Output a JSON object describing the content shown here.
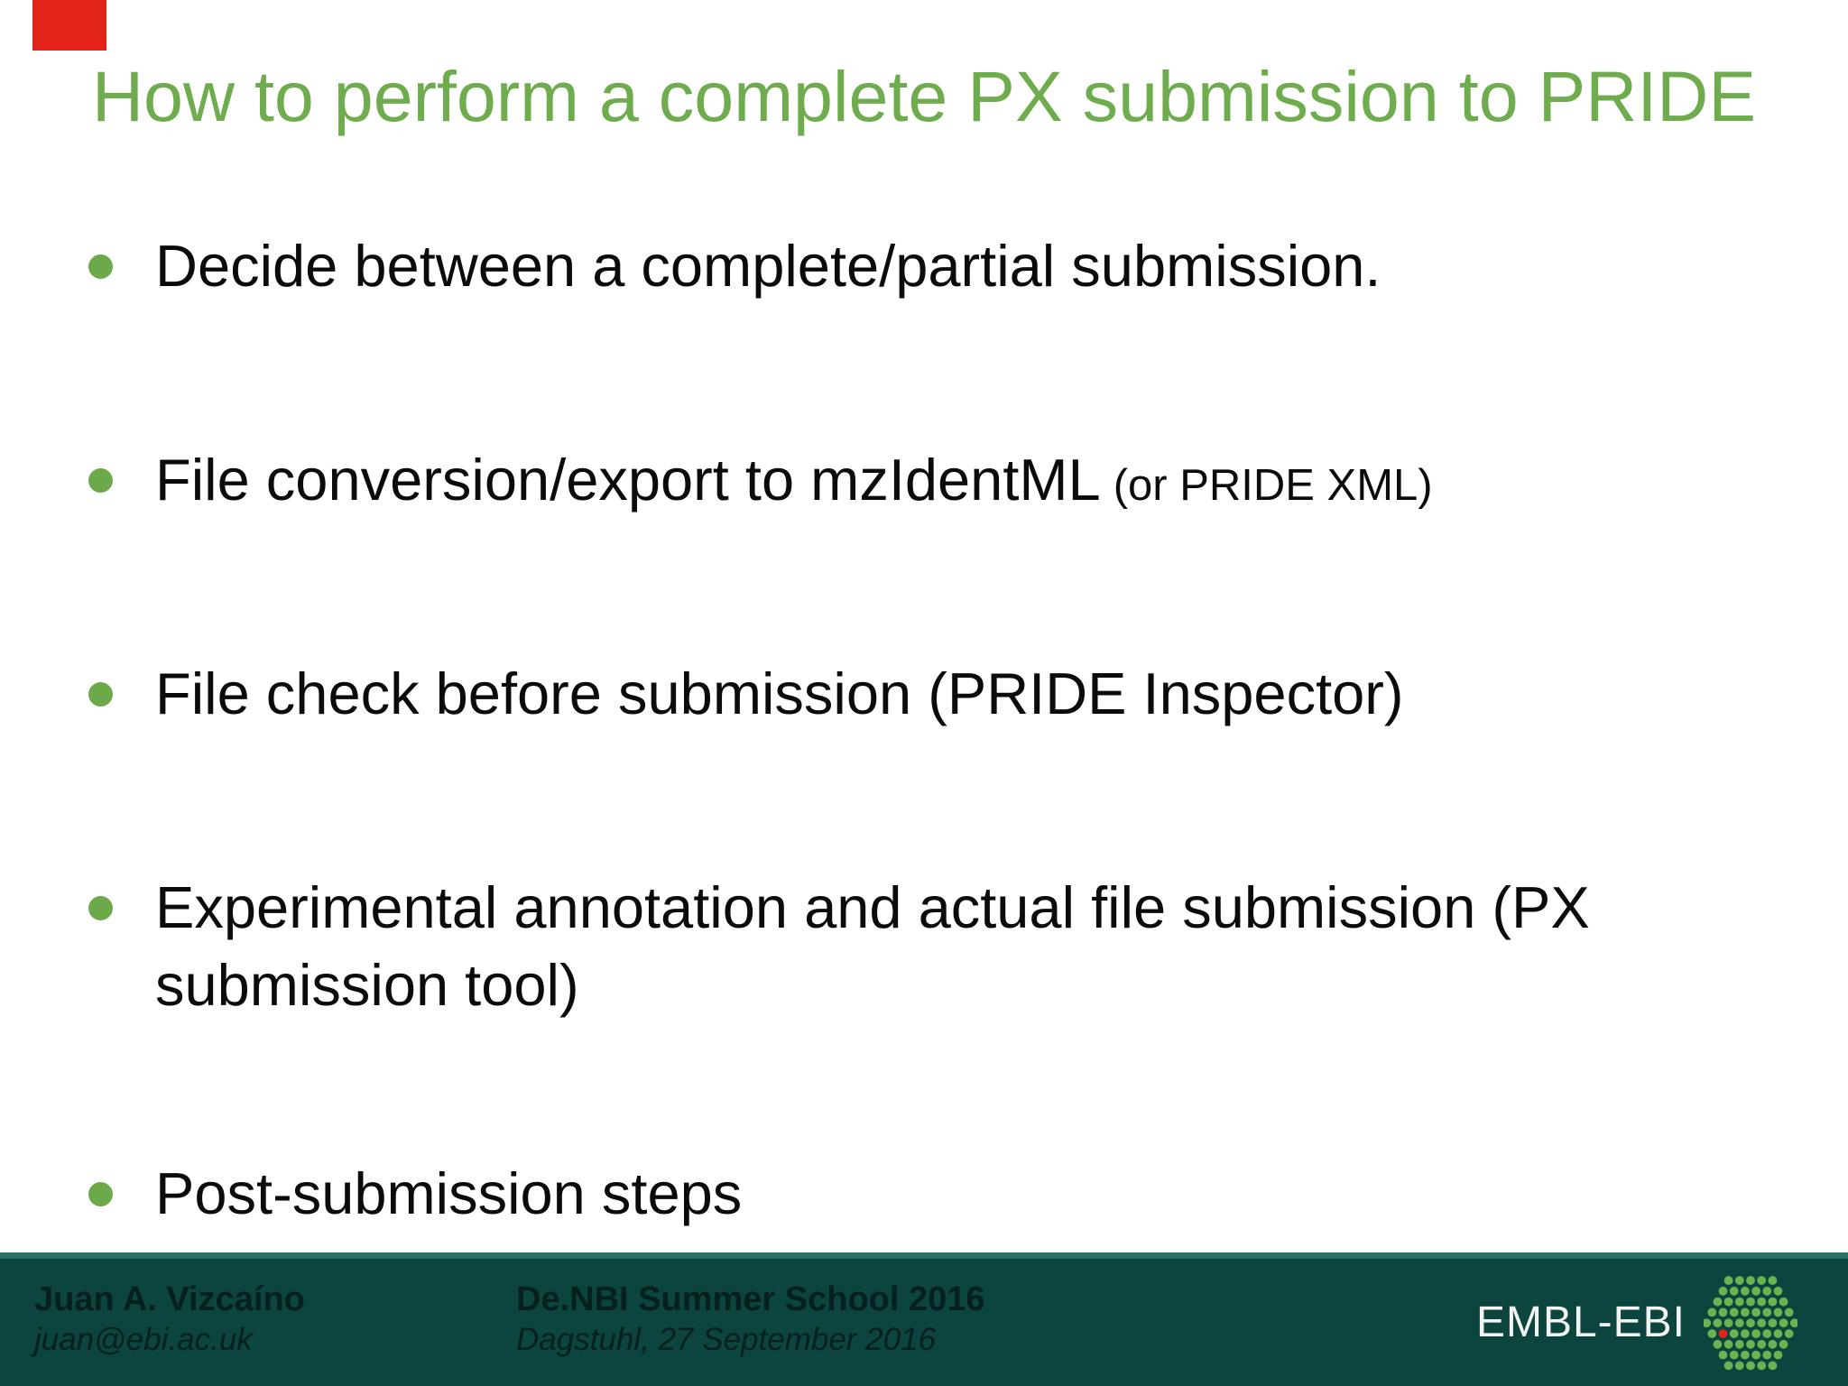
{
  "slide": {
    "title": "How to perform a complete PX submission to PRIDE",
    "bullets": [
      {
        "text": "Decide between a complete/partial submission."
      },
      {
        "text": "File conversion/export to mzIdentML",
        "suffix": "(or PRIDE XML)"
      },
      {
        "text": "File check before submission (PRIDE Inspector)"
      },
      {
        "text": "Experimental annotation and actual file submission (PX",
        "text2": "submission tool)"
      },
      {
        "text": "Post-submission steps"
      }
    ]
  },
  "footer": {
    "author_name": "Juan A. Vizcaíno",
    "author_email": "juan@ebi.ac.uk",
    "event_name": "De.NBI Summer School 2016",
    "event_date": "Dagstuhl, 27 September 2016",
    "logo_text": "EMBL-EBI"
  },
  "colors": {
    "title_green": "#6FAC4D",
    "bullet_green": "#6CA94B",
    "body_text": "#0B0B0B",
    "footer_bg": "#0C443E",
    "footer_border": "#2D7164",
    "footer_text": "#05201D",
    "logo_text_color": "#F2F4F3",
    "logo_dot_green": "#68B450",
    "logo_dot_red": "#E2231A",
    "marker_red": "#E2231A"
  }
}
